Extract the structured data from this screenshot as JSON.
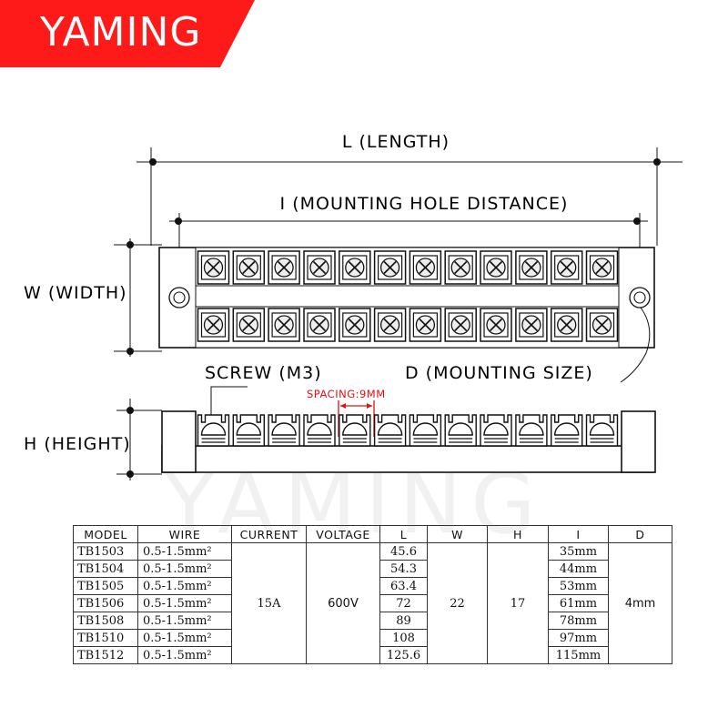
{
  "brand": {
    "name": "YAMING",
    "watermark": "YAMING",
    "color": "#ff1a1a"
  },
  "diagram": {
    "length_label": "L  (LENGTH)",
    "hole_distance_label": "I  (MOUNTING HOLE DISTANCE)",
    "width_label": "W  (WIDTH)",
    "height_label": "H  (HEIGHT)",
    "screw_label": "SCREW (M3)",
    "mounting_label": "D (MOUNTING SIZE)",
    "spacing_label": "SPACING:9MM",
    "spacing_color": "#e01010",
    "terminal_count": 12
  },
  "table": {
    "headers": [
      "MODEL",
      "WIRE",
      "CURRENT",
      "VOLTAGE",
      "L",
      "W",
      "H",
      "I",
      "D"
    ],
    "rows": [
      {
        "model": "TB1503",
        "wire": "0.5-1.5mm²",
        "l": "45.6",
        "i": "35mm"
      },
      {
        "model": "TB1504",
        "wire": "0.5-1.5mm²",
        "l": "54.3",
        "i": "44mm"
      },
      {
        "model": "TB1505",
        "wire": "0.5-1.5mm²",
        "l": "63.4",
        "i": "53mm"
      },
      {
        "model": "TB1506",
        "wire": "0.5-1.5mm²",
        "l": "72",
        "i": "61mm"
      },
      {
        "model": "TB1508",
        "wire": "0.5-1.5mm²",
        "l": "89",
        "i": "78mm"
      },
      {
        "model": "TB1510",
        "wire": "0.5-1.5mm²",
        "l": "108",
        "i": "97mm"
      },
      {
        "model": "TB1512",
        "wire": "0.5-1.5mm²",
        "l": "125.6",
        "i": "115mm"
      }
    ],
    "current": "15A",
    "voltage": "600V",
    "w": "22",
    "h": "17",
    "d": "4mm"
  }
}
